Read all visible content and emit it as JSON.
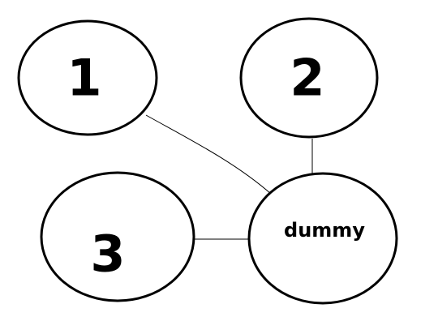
{
  "diagram": {
    "nodes": {
      "n1": {
        "label": "1"
      },
      "n2": {
        "label": "2"
      },
      "n3": {
        "label": "3"
      },
      "dummy": {
        "label": "dummy"
      }
    },
    "edges": [
      {
        "from": "n1",
        "to": "dummy"
      },
      {
        "from": "n2",
        "to": "dummy"
      },
      {
        "from": "n3",
        "to": "dummy"
      }
    ],
    "colors": {
      "stroke": "#000000",
      "fill": "#ffffff"
    }
  }
}
